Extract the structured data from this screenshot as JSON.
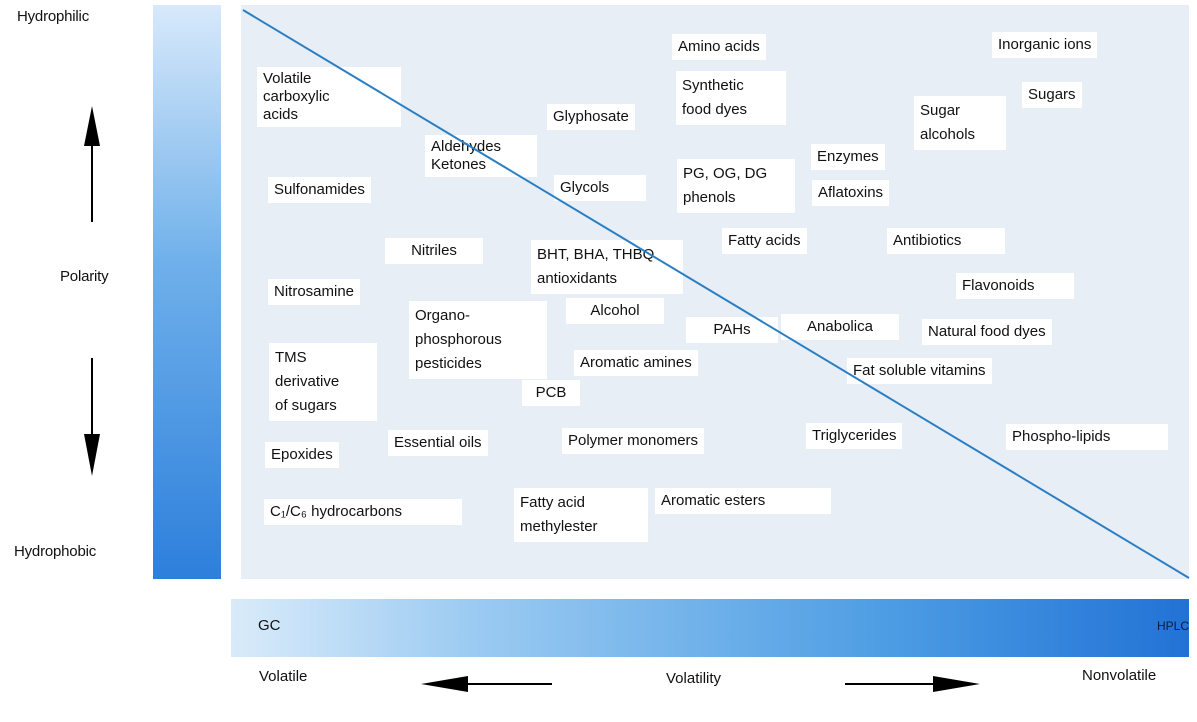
{
  "polarity": {
    "top_label": "Hydrophilic",
    "middle_label": "Polarity",
    "bottom_label": "Hydrophobic"
  },
  "compounds": [
    {
      "id": "amino-acids",
      "label": "Amino acids"
    },
    {
      "id": "inorganic-ions",
      "label": "Inorganic ions"
    },
    {
      "id": "volatile-carboxylic-acids",
      "label": "Volatile\ncarboxylic\nacids"
    },
    {
      "id": "synthetic-food-dyes",
      "label": "Synthetic\nfood dyes"
    },
    {
      "id": "sugars",
      "label": "Sugars"
    },
    {
      "id": "glyphosate",
      "label": "Glyphosate"
    },
    {
      "id": "sugar-alcohols",
      "label": "Sugar\nalcohols"
    },
    {
      "id": "aldehydes-ketones",
      "label": "Aldehydes\nKetones"
    },
    {
      "id": "enzymes",
      "label": "Enzymes"
    },
    {
      "id": "pg-og-dg-phenols",
      "label": "PG, OG, DG\nphenols"
    },
    {
      "id": "sulfonamides",
      "label": "Sulfonamides"
    },
    {
      "id": "glycols",
      "label": "Glycols"
    },
    {
      "id": "aflatoxins",
      "label": "Aflatoxins"
    },
    {
      "id": "fatty-acids",
      "label": "Fatty acids"
    },
    {
      "id": "antibiotics",
      "label": "Antibiotics"
    },
    {
      "id": "nitriles",
      "label": "Nitriles"
    },
    {
      "id": "bht-bha-thbq",
      "label": "BHT, BHA, THBQ\nantioxidants"
    },
    {
      "id": "nitrosamine",
      "label": "Nitrosamine"
    },
    {
      "id": "flavonoids",
      "label": "Flavonoids"
    },
    {
      "id": "organophosphorous-pesticides",
      "label": "Organo-\nphosphorous\npesticides"
    },
    {
      "id": "alcohol",
      "label": "Alcohol"
    },
    {
      "id": "pahs",
      "label": "PAHs"
    },
    {
      "id": "anabolica",
      "label": "Anabolica"
    },
    {
      "id": "natural-food-dyes",
      "label": "Natural food dyes"
    },
    {
      "id": "tms-derivative-sugars",
      "label": "TMS\nderivative\nof sugars"
    },
    {
      "id": "aromatic-amines",
      "label": "Aromatic amines"
    },
    {
      "id": "fat-soluble-vitamins",
      "label": "Fat soluble vitamins"
    },
    {
      "id": "pcb",
      "label": "PCB"
    },
    {
      "id": "triglycerides",
      "label": "Triglycerides"
    },
    {
      "id": "phospho-lipids",
      "label": "Phospho-lipids"
    },
    {
      "id": "epoxides",
      "label": "Epoxides"
    },
    {
      "id": "essential-oils",
      "label": "Essential oils"
    },
    {
      "id": "polymer-monomers",
      "label": "Polymer monomers"
    },
    {
      "id": "c1-c6-hydrocarbons",
      "label": "C₁/C₆ hydrocarbons"
    },
    {
      "id": "fatty-acid-methylester",
      "label": "Fatty acid\nmethylester"
    },
    {
      "id": "aromatic-esters",
      "label": "Aromatic esters"
    }
  ],
  "method": {
    "left": "GC",
    "right": "HPLC"
  },
  "volatility": {
    "left": "Volatile",
    "middle": "Volatility",
    "right": "Nonvolatile"
  },
  "colors": {
    "diagonal": "#2a7fc4",
    "plot_bg": "#e8eef5"
  }
}
